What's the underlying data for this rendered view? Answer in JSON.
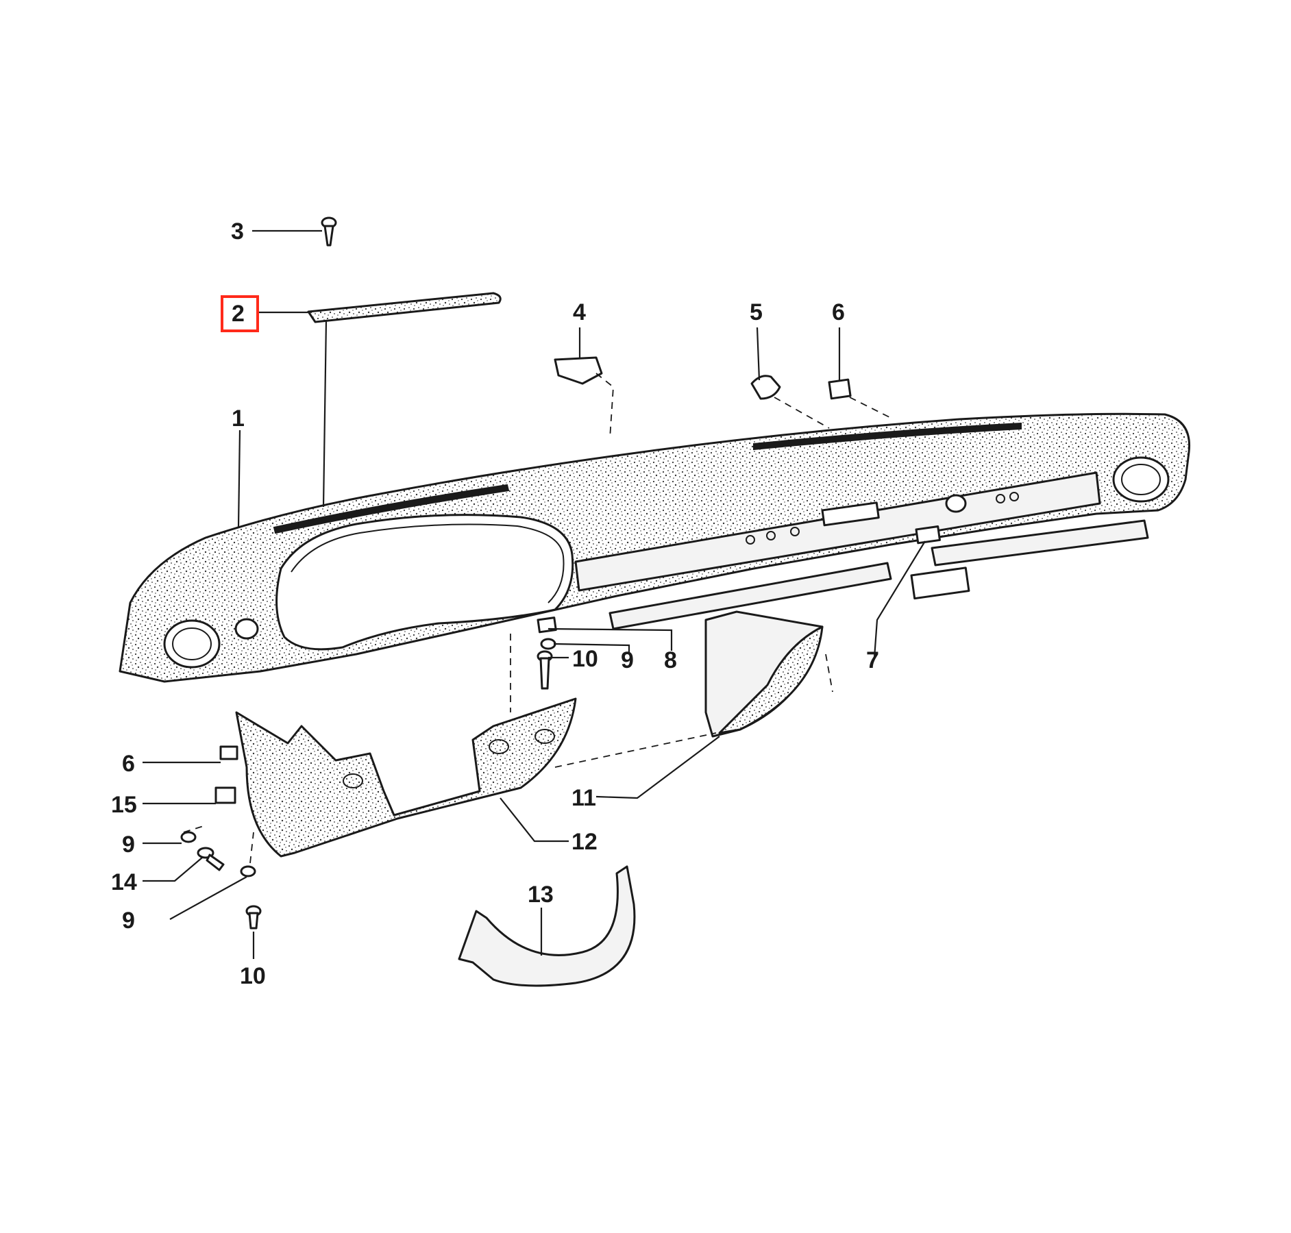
{
  "diagram": {
    "highlight_color": "#ff2a1a",
    "ink_color": "#1a1a1a",
    "callouts": [
      {
        "id": "c3",
        "label": "3"
      },
      {
        "id": "c2",
        "label": "2",
        "highlighted": true
      },
      {
        "id": "c4",
        "label": "4"
      },
      {
        "id": "c5",
        "label": "5"
      },
      {
        "id": "c6a",
        "label": "6"
      },
      {
        "id": "c1",
        "label": "1"
      },
      {
        "id": "c10a",
        "label": "10"
      },
      {
        "id": "c9a",
        "label": "9"
      },
      {
        "id": "c8",
        "label": "8"
      },
      {
        "id": "c7",
        "label": "7"
      },
      {
        "id": "c6b",
        "label": "6"
      },
      {
        "id": "c15",
        "label": "15"
      },
      {
        "id": "c11",
        "label": "11"
      },
      {
        "id": "c9b",
        "label": "9"
      },
      {
        "id": "c12",
        "label": "12"
      },
      {
        "id": "c14",
        "label": "14"
      },
      {
        "id": "c13",
        "label": "13"
      },
      {
        "id": "c9c",
        "label": "9"
      },
      {
        "id": "c10b",
        "label": "10"
      }
    ]
  }
}
